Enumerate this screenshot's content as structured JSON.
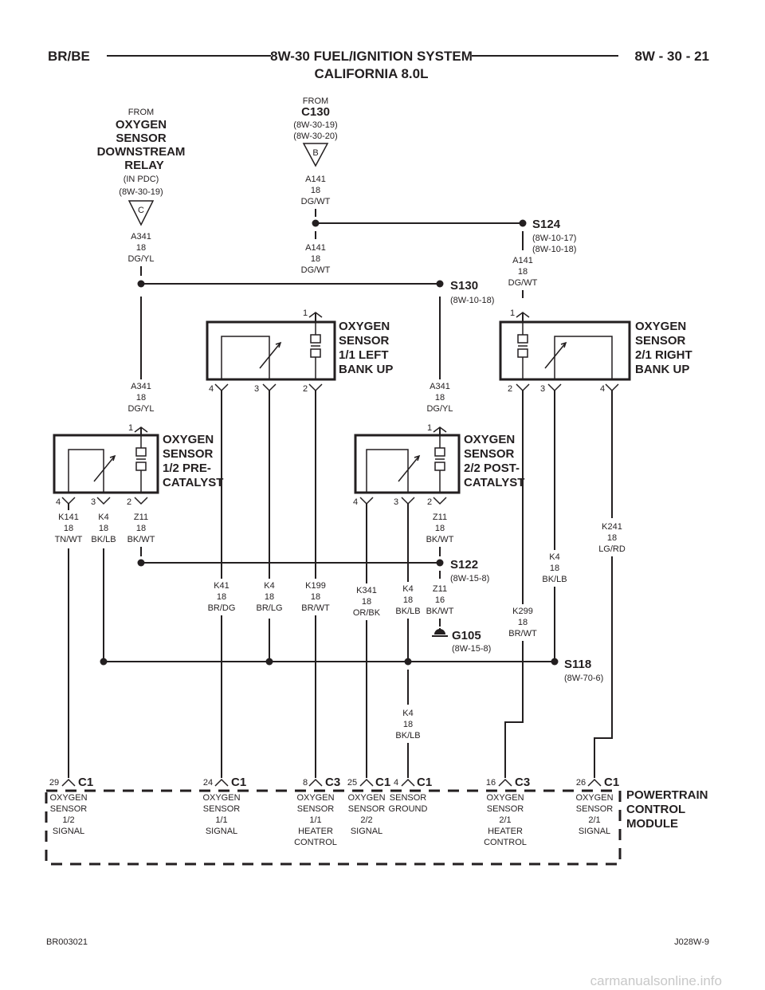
{
  "header": {
    "left": "BR/BE",
    "title_line1": "8W-30 FUEL/IGNITION SYSTEM",
    "title_line2": "CALIFORNIA 8.0L",
    "right": "8W - 30 - 21"
  },
  "sources": {
    "relay": {
      "from": "FROM",
      "name": [
        "OXYGEN",
        "SENSOR",
        "DOWNSTREAM",
        "RELAY"
      ],
      "note": "(IN PDC)",
      "ref": "(8W-30-19)",
      "pin": "C"
    },
    "c130": {
      "from": "FROM",
      "name": "C130",
      "refs": [
        "(8W-30-19)",
        "(8W-30-20)"
      ],
      "pin": "B"
    }
  },
  "wires": {
    "a141_top": [
      "A141",
      "18",
      "DG/WT"
    ],
    "a141_mid": [
      "A141",
      "18",
      "DG/WT"
    ],
    "a141_right": [
      "A141",
      "18",
      "DG/WT"
    ],
    "a341_top": [
      "A341",
      "18",
      "DG/YL"
    ],
    "a341_left": [
      "A341",
      "18",
      "DG/YL"
    ],
    "a341_right": [
      "A341",
      "18",
      "DG/YL"
    ],
    "k141": [
      "K141",
      "18",
      "TN/WT"
    ],
    "k4_left": [
      "K4",
      "18",
      "BK/LB"
    ],
    "z11_left": [
      "Z11",
      "18",
      "BK/WT"
    ],
    "z11_right": [
      "Z11",
      "18",
      "BK/WT"
    ],
    "z11_ground": [
      "Z11",
      "16",
      "BK/WT"
    ],
    "k41": [
      "K41",
      "18",
      "BR/DG"
    ],
    "k4_brlg": [
      "K4",
      "18",
      "BR/LG"
    ],
    "k199": [
      "K199",
      "18",
      "BR/WT"
    ],
    "k341": [
      "K341",
      "18",
      "OR/BK"
    ],
    "k4_mid": [
      "K4",
      "18",
      "BK/LB"
    ],
    "k4_right": [
      "K4",
      "18",
      "BK/LB"
    ],
    "k299": [
      "K299",
      "18",
      "BR/WT"
    ],
    "k241": [
      "K241",
      "18",
      "LG/RD"
    ],
    "k4_bottom": [
      "K4",
      "18",
      "BK/LB"
    ]
  },
  "splices": {
    "s124": {
      "name": "S124",
      "refs": [
        "(8W-10-17)",
        "(8W-10-18)"
      ]
    },
    "s130": {
      "name": "S130",
      "refs": [
        "(8W-10-18)"
      ]
    },
    "s122": {
      "name": "S122",
      "refs": [
        "(8W-15-8)"
      ]
    },
    "g105": {
      "name": "G105",
      "refs": [
        "(8W-15-8)"
      ]
    },
    "s118": {
      "name": "S118",
      "refs": [
        "(8W-70-6)"
      ]
    }
  },
  "sensors": {
    "s11": {
      "label": [
        "OXYGEN",
        "SENSOR",
        "1/1 LEFT",
        "BANK UP"
      ],
      "pins": [
        "1",
        "4",
        "3",
        "2"
      ]
    },
    "s21": {
      "label": [
        "OXYGEN",
        "SENSOR",
        "2/1 RIGHT",
        "BANK UP"
      ],
      "pins": [
        "1",
        "2",
        "3",
        "4"
      ]
    },
    "s12": {
      "label": [
        "OXYGEN",
        "SENSOR",
        "1/2 PRE-",
        "CATALYST"
      ],
      "pins": [
        "1",
        "4",
        "3",
        "2"
      ]
    },
    "s22": {
      "label": [
        "OXYGEN",
        "SENSOR",
        "2/2 POST-",
        "CATALYST"
      ],
      "pins": [
        "1",
        "4",
        "3",
        "2"
      ]
    }
  },
  "pcm": {
    "label": [
      "POWERTRAIN",
      "CONTROL",
      "MODULE"
    ],
    "connectors": [
      {
        "pin": "29",
        "conn": "C1",
        "desc": [
          "OXYGEN",
          "SENSOR",
          "1/2",
          "SIGNAL"
        ]
      },
      {
        "pin": "24",
        "conn": "C1",
        "desc": [
          "OXYGEN",
          "SENSOR",
          "1/1",
          "SIGNAL"
        ]
      },
      {
        "pin": "8",
        "conn": "C3",
        "desc": [
          "OXYGEN",
          "SENSOR",
          "1/1",
          "HEATER",
          "CONTROL"
        ]
      },
      {
        "pin": "25",
        "conn": "C1",
        "desc": [
          "OXYGEN",
          "SENSOR",
          "2/2",
          "SIGNAL"
        ]
      },
      {
        "pin": "4",
        "conn": "C1",
        "desc": [
          "SENSOR",
          "GROUND"
        ]
      },
      {
        "pin": "16",
        "conn": "C3",
        "desc": [
          "OXYGEN",
          "SENSOR",
          "2/1",
          "HEATER",
          "CONTROL"
        ]
      },
      {
        "pin": "26",
        "conn": "C1",
        "desc": [
          "OXYGEN",
          "SENSOR",
          "2/1",
          "SIGNAL"
        ]
      }
    ]
  },
  "footer": {
    "left": "BR003021",
    "right": "J028W-9",
    "watermark": "carmanualsonline.info"
  }
}
